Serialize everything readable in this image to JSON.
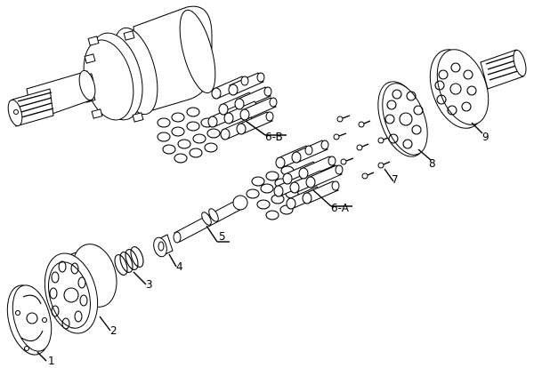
{
  "diagram": {
    "labels": {
      "p1": "1",
      "p2": "2",
      "p3": "3",
      "p4": "4",
      "p5": "5",
      "p6a": "6-A",
      "p6b": "6-B",
      "p7": "7",
      "p8": "8",
      "p9": "9"
    },
    "colors": {
      "line": "#000000",
      "background": "#ffffff"
    }
  }
}
